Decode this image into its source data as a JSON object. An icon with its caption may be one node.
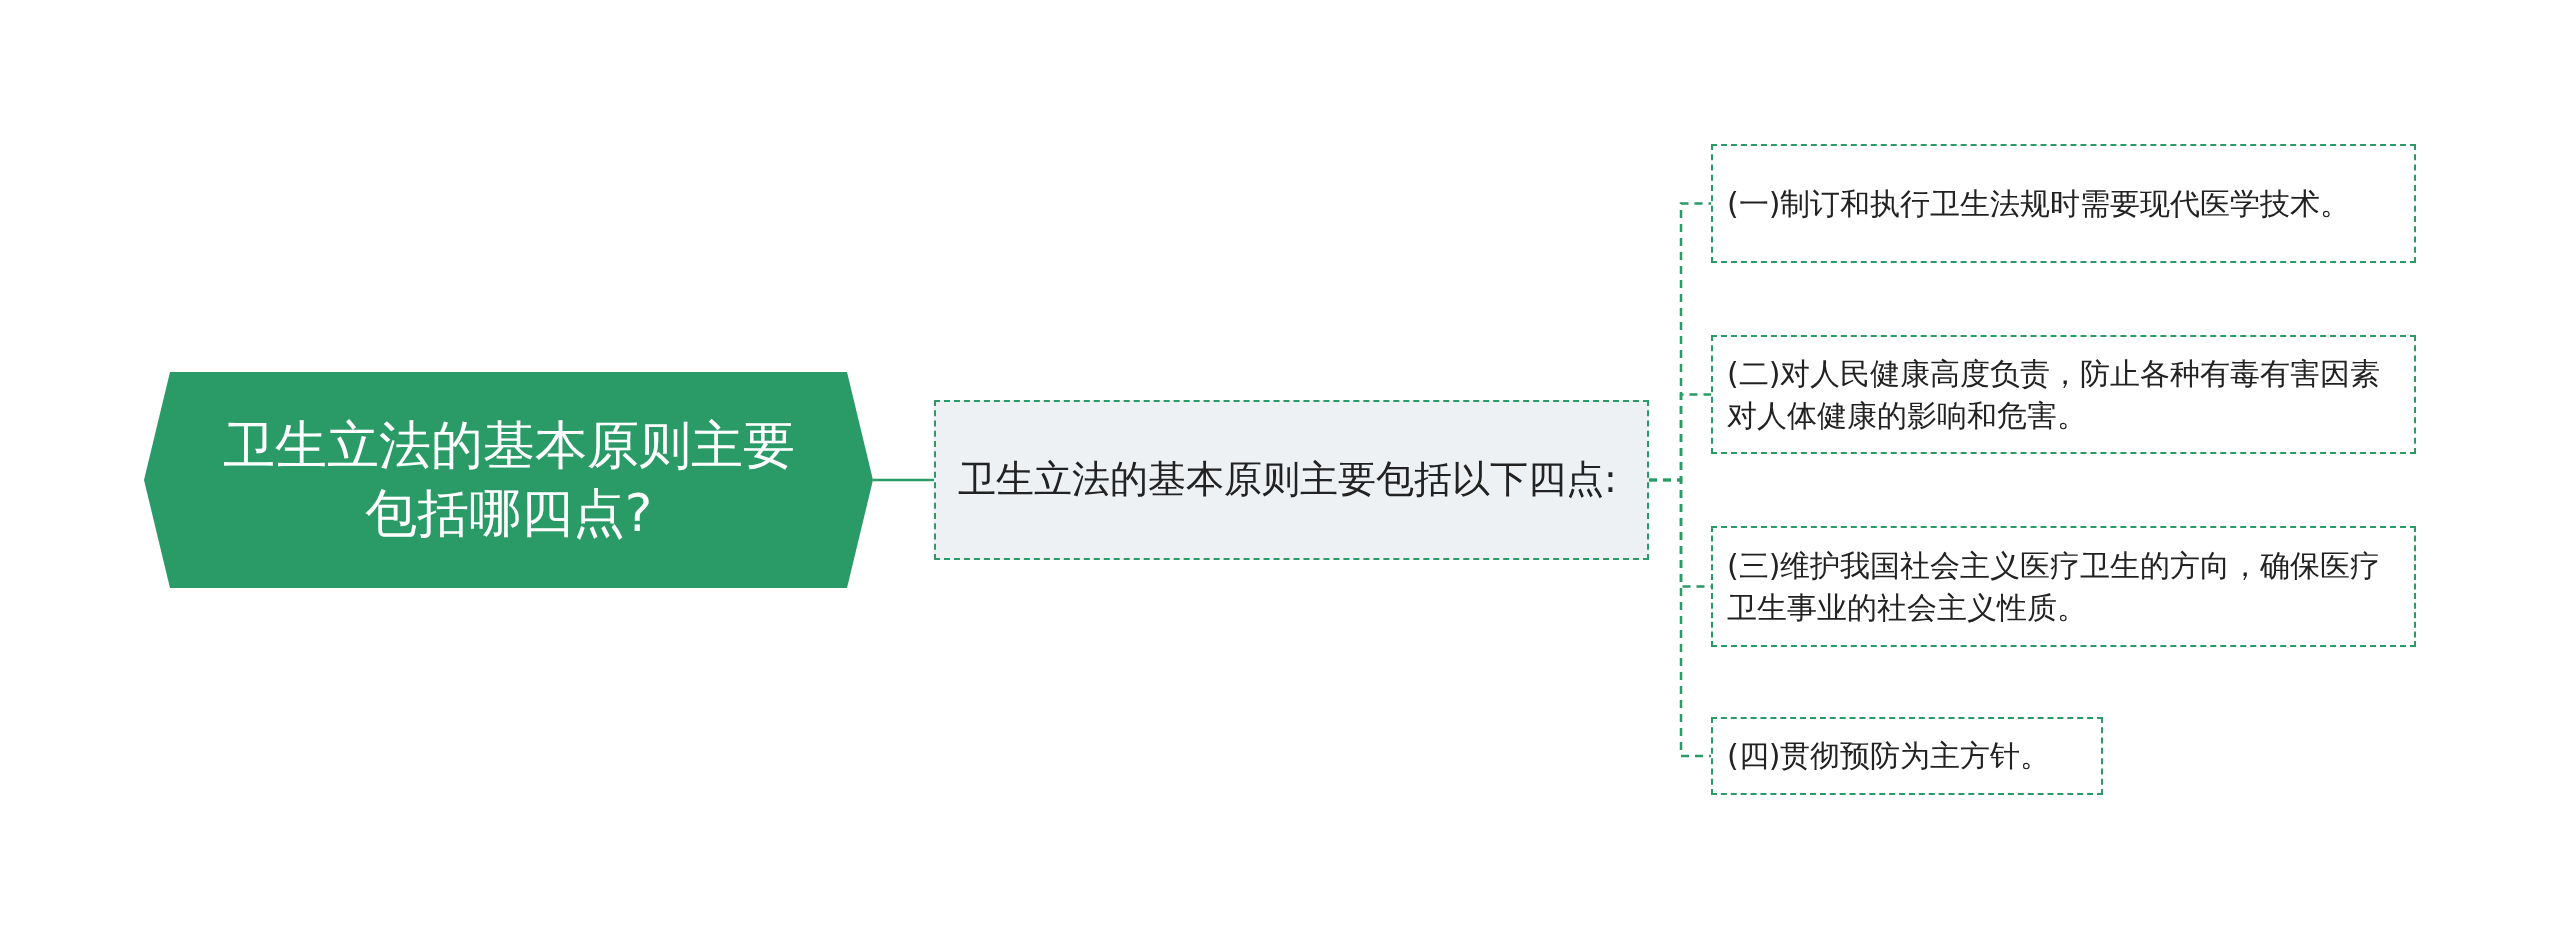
{
  "diagram": {
    "nodes": [
      {
        "text": [
          "卫生立法的基本原则主要包括哪四点?"
        ]
      },
      {
        "text": [
          "卫生立法的基本原则主要包括以下四点:"
        ]
      },
      {
        "text": [
          "(一)制订和执行卫生法规时需要现代医学技术。"
        ]
      },
      {
        "text": [
          "(二)对人民健康高度负责，防止各种有毒有害因素对人体健康的影响和危害。"
        ]
      },
      {
        "text": [
          "(三)维护我国社会主义医疗卫生的方向，确保医疗卫生事业的社会主义性质。"
        ]
      },
      {
        "text": [
          "(四)贯彻预防为主方针。"
        ]
      }
    ],
    "edges": [
      {
        "from": 0,
        "to": 1,
        "arrow": "none"
      },
      {
        "from": 1,
        "to": 2,
        "arrow": "none",
        "style": "dashed"
      },
      {
        "from": 1,
        "to": 3,
        "arrow": "none",
        "style": "dashed"
      },
      {
        "from": 1,
        "to": 4,
        "arrow": "none",
        "style": "dashed"
      },
      {
        "from": 1,
        "to": 5,
        "arrow": "none",
        "style": "dashed"
      }
    ]
  }
}
